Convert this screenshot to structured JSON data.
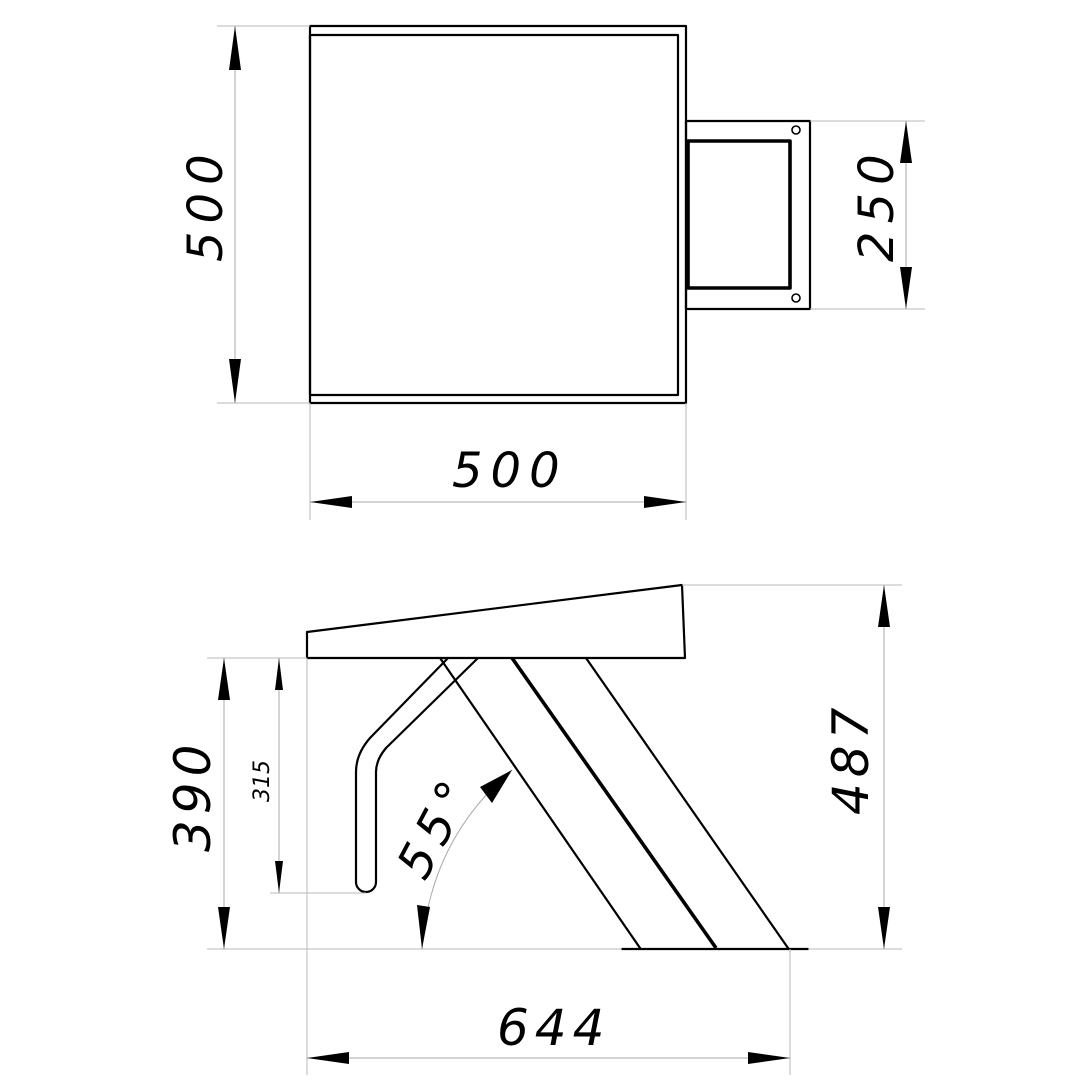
{
  "top_view": {
    "height_dim": "500",
    "width_dim": "500",
    "bracket_dim": "250"
  },
  "side_view": {
    "total_height_dim": "487",
    "leg_height_dim": "390",
    "hook_height_dim": "315",
    "angle_dim": "55°",
    "base_width_dim": "644"
  }
}
